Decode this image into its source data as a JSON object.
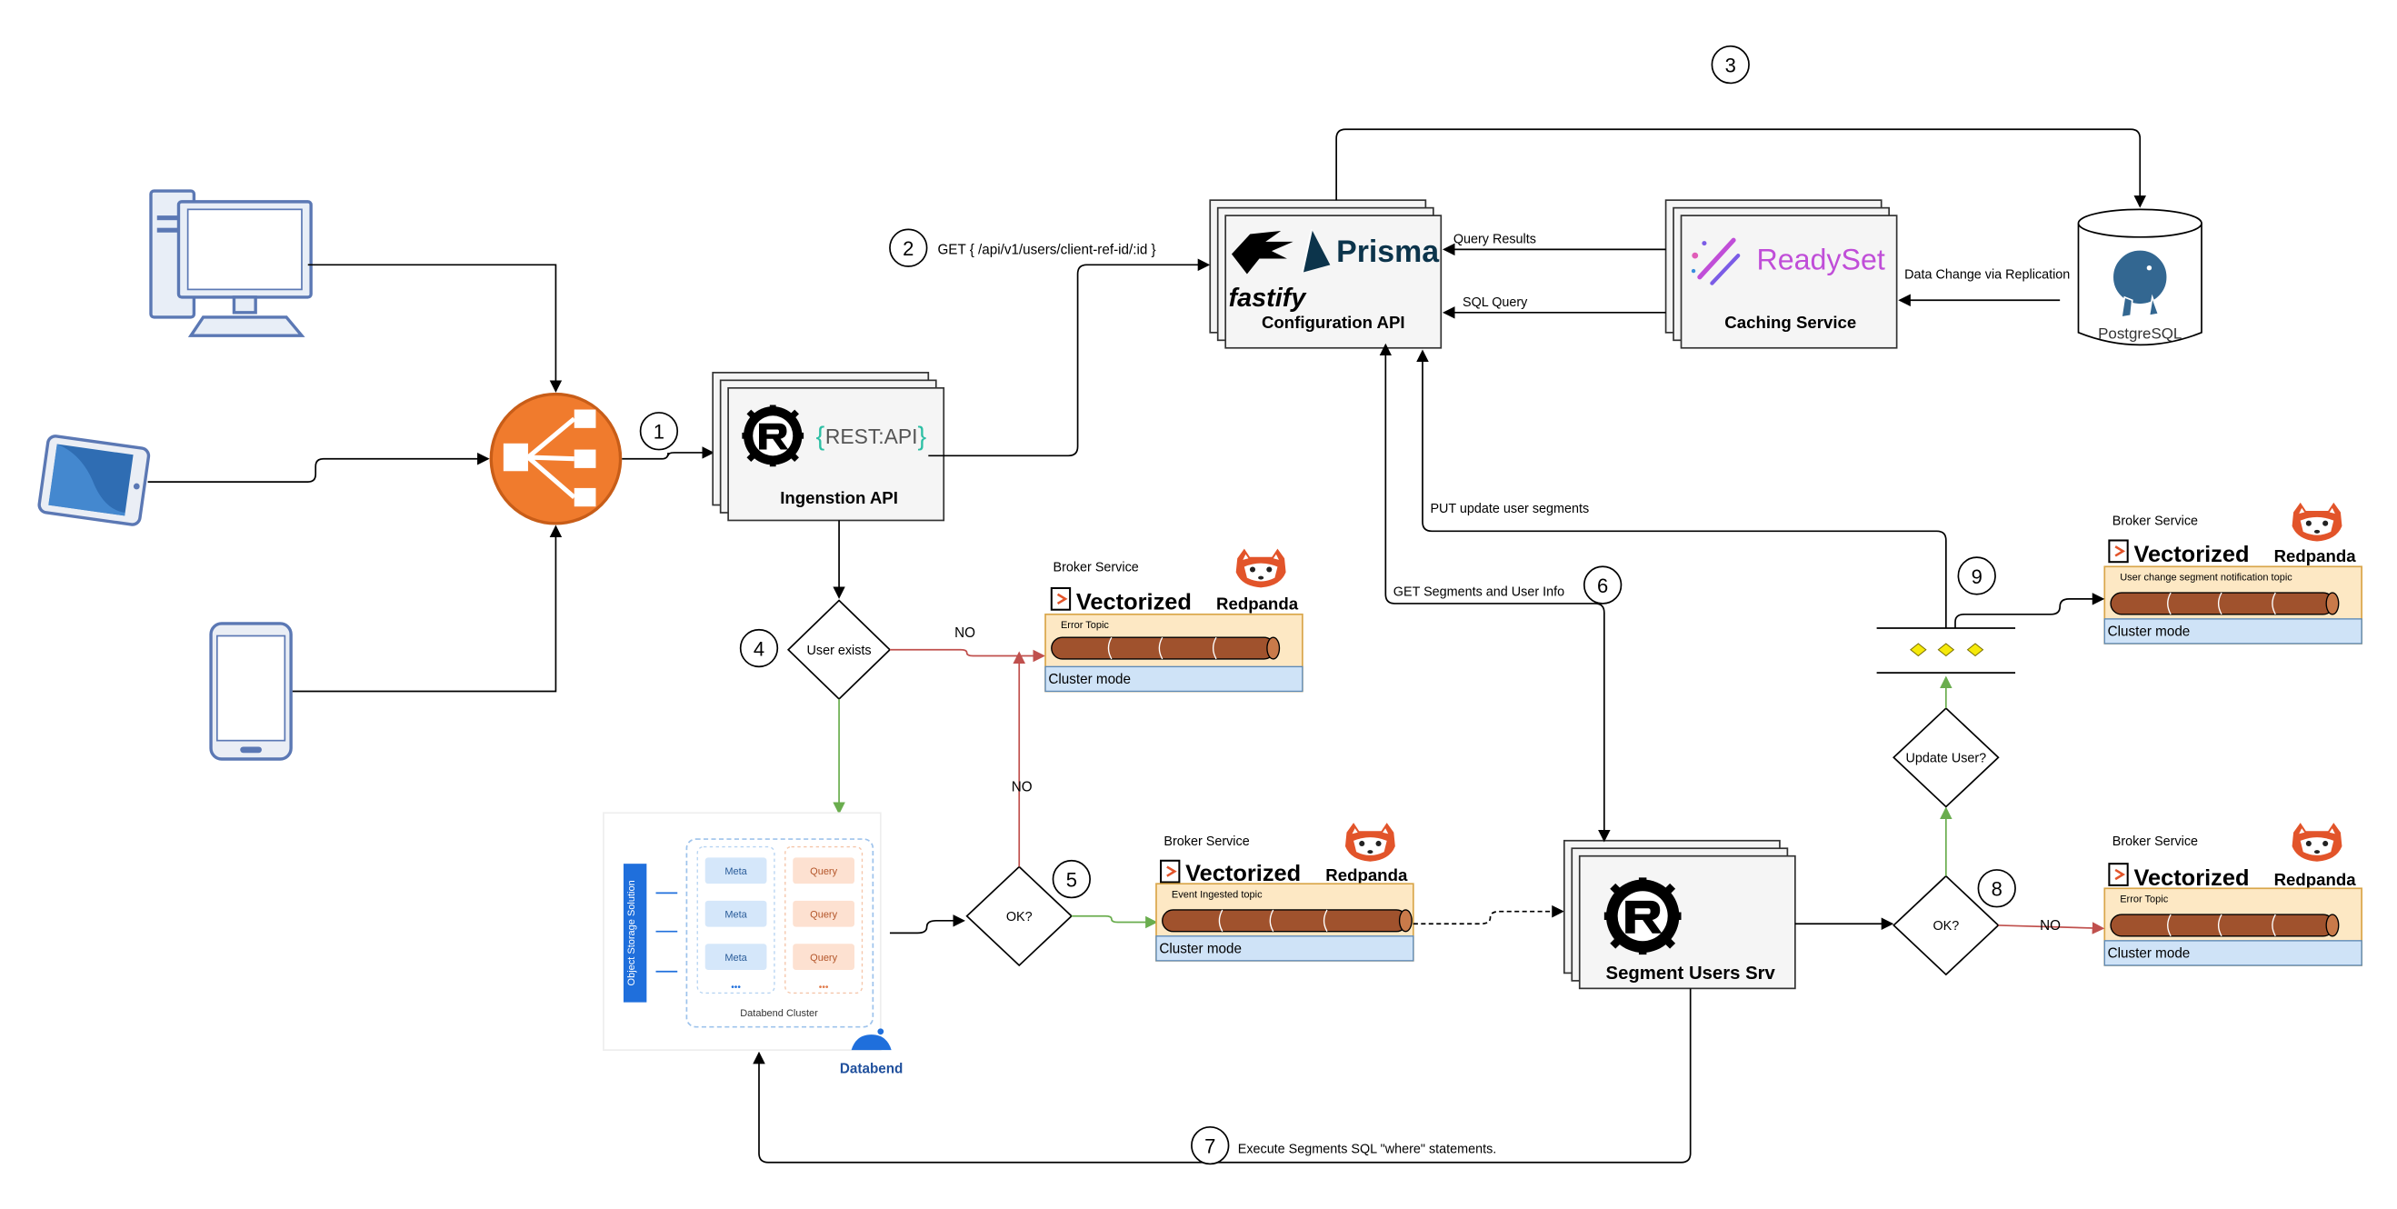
{
  "steps": [
    "1",
    "2",
    "3",
    "4",
    "5",
    "6",
    "7",
    "8",
    "9"
  ],
  "ingestion_api": {
    "label": "Ingenstion  API",
    "logo_text": "REST:API"
  },
  "config_api": {
    "label": "Configuration API",
    "prisma_text": "Prisma",
    "fastify_text": "fastify"
  },
  "caching_service": {
    "label": "Caching Service",
    "logo_text": "ReadySet"
  },
  "postgres": {
    "label": "PostgreSQL"
  },
  "segment_srv": {
    "label": "Segment Users Srv"
  },
  "edges": {
    "get_endpoint": "GET { /api/v1/users/client-ref-id/:id }",
    "query_results": "Query Results",
    "sql_query": "SQL Query",
    "data_change": "Data Change via Replication",
    "put_update": "PUT update user segments",
    "get_segments": "GET Segments and User Info",
    "execute_sql": "Execute Segments SQL \"where\" statements.",
    "no_1": "NO",
    "no_2": "NO",
    "no_3": "NO"
  },
  "decisions": {
    "user_exists": "User exists",
    "ok_5": "OK?",
    "ok_8": "OK?",
    "update_user": "Update User?"
  },
  "brokers": [
    {
      "title": "Broker Service",
      "brand": "Vectorized",
      "sub": "Redpanda",
      "topic": "Error Topic",
      "mode": "Cluster mode"
    },
    {
      "title": "Broker Service",
      "brand": "Vectorized",
      "sub": "Redpanda",
      "topic": "Event Ingested topic",
      "mode": "Cluster mode"
    },
    {
      "title": "Broker Service",
      "brand": "Vectorized",
      "sub": "Redpanda",
      "topic": "User change segment notification topic",
      "mode": "Cluster mode"
    },
    {
      "title": "Broker Service",
      "brand": "Vectorized",
      "sub": "Redpanda",
      "topic": "Error Topic",
      "mode": "Cluster mode"
    }
  ],
  "databend": {
    "side_label": "Object Storage Solution",
    "meta": [
      "Meta",
      "Meta",
      "Meta"
    ],
    "query": [
      "Query",
      "Query",
      "Query"
    ],
    "more": "•••",
    "cluster_label": "Databend Cluster",
    "brand": "Databend"
  },
  "colors": {
    "lb": "#f07b2d",
    "device": "#5b78b4",
    "rest_teal": "#2dbfa4",
    "prisma_navy": "#0c344b",
    "readyset_purple": "#c04ed8",
    "broker_fill": "#fde8c4",
    "broker_border": "#d9a64a",
    "cluster_fill": "#cfe3f7",
    "pipe": "#a0522d",
    "edge_red": "#c0504d",
    "edge_green": "#6aad4e",
    "postgres_blue": "#336791",
    "databend_blue": "#1f6fdc"
  }
}
